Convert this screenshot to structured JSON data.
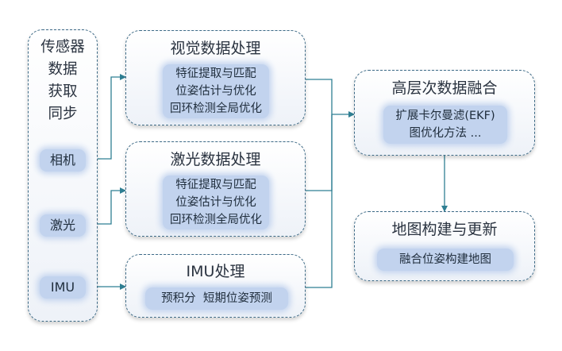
{
  "left_column": {
    "title_lines": [
      "传感器",
      "数据",
      "获取",
      "同步"
    ],
    "sensors": [
      "相机",
      "激光",
      "IMU"
    ]
  },
  "visual": {
    "title": "视觉数据处理",
    "lines": [
      "特征提取与匹配",
      "位姿估计与优化",
      "回环检测全局优化"
    ]
  },
  "laser": {
    "title": "激光数据处理",
    "lines": [
      "特征提取与匹配",
      "位姿估计与优化",
      "回环检测全局优化"
    ]
  },
  "imu": {
    "title": "IMU处理",
    "content": "预积分  短期位姿预测"
  },
  "fusion": {
    "title": "高层次数据融合",
    "lines": [
      "扩展卡尔曼滤(EKF)",
      "图优化方法 ..."
    ]
  },
  "map": {
    "title": "地图构建与更新",
    "content": "融合位姿构建地图"
  },
  "colors": {
    "border": "#3d6a86",
    "highlight": "#c2d3ee",
    "arrow": "#2f7f93"
  }
}
